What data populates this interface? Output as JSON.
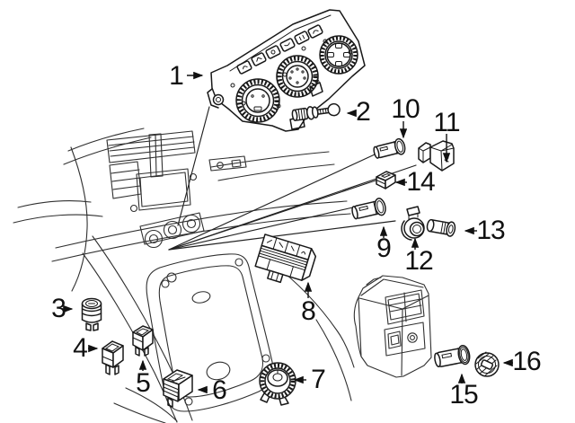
{
  "figure": {
    "type": "vehicle-console-parts-diagram",
    "background_color": "#ffffff",
    "line_color": "#1a1a1a",
    "callouts": [
      {
        "label": "1"
      },
      {
        "label": "2"
      },
      {
        "label": "3"
      },
      {
        "label": "4"
      },
      {
        "label": "5"
      },
      {
        "label": "6"
      },
      {
        "label": "7"
      },
      {
        "label": "8"
      },
      {
        "label": "9"
      },
      {
        "label": "10"
      },
      {
        "label": "11"
      },
      {
        "label": "12"
      },
      {
        "label": "13"
      },
      {
        "label": "14"
      },
      {
        "label": "15"
      },
      {
        "label": "16"
      }
    ]
  }
}
